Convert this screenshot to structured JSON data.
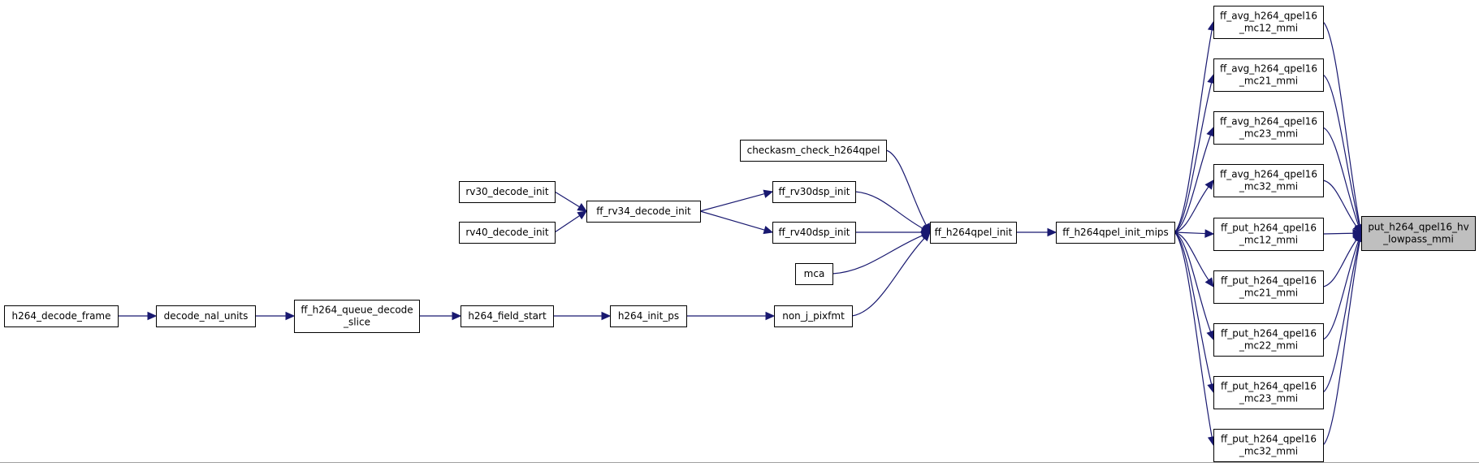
{
  "graph": {
    "focus_node": "put_h264_qpel16_hv_lowpass_mmi",
    "nodes": [
      {
        "id": "h264_decode_frame",
        "lines": [
          "h264_decode_frame"
        ]
      },
      {
        "id": "decode_nal_units",
        "lines": [
          "decode_nal_units"
        ]
      },
      {
        "id": "ff_h264_queue_decode_slice",
        "lines": [
          "ff_h264_queue_decode",
          "_slice"
        ]
      },
      {
        "id": "h264_field_start",
        "lines": [
          "h264_field_start"
        ]
      },
      {
        "id": "h264_init_ps",
        "lines": [
          "h264_init_ps"
        ]
      },
      {
        "id": "non_j_pixfmt",
        "lines": [
          "non_j_pixfmt"
        ]
      },
      {
        "id": "rv30_decode_init",
        "lines": [
          "rv30_decode_init"
        ]
      },
      {
        "id": "rv40_decode_init",
        "lines": [
          "rv40_decode_init"
        ]
      },
      {
        "id": "ff_rv34_decode_init",
        "lines": [
          "ff_rv34_decode_init"
        ]
      },
      {
        "id": "checkasm_check_h264qpel",
        "lines": [
          "checkasm_check_h264qpel"
        ]
      },
      {
        "id": "ff_rv30dsp_init",
        "lines": [
          "ff_rv30dsp_init"
        ]
      },
      {
        "id": "ff_rv40dsp_init",
        "lines": [
          "ff_rv40dsp_init"
        ]
      },
      {
        "id": "mca",
        "lines": [
          "mca"
        ]
      },
      {
        "id": "ff_h264qpel_init",
        "lines": [
          "ff_h264qpel_init"
        ]
      },
      {
        "id": "ff_h264qpel_init_mips",
        "lines": [
          "ff_h264qpel_init_mips"
        ]
      },
      {
        "id": "ff_avg_h264_qpel16_mc12_mmi",
        "lines": [
          "ff_avg_h264_qpel16",
          "_mc12_mmi"
        ]
      },
      {
        "id": "ff_avg_h264_qpel16_mc21_mmi",
        "lines": [
          "ff_avg_h264_qpel16",
          "_mc21_mmi"
        ]
      },
      {
        "id": "ff_avg_h264_qpel16_mc23_mmi",
        "lines": [
          "ff_avg_h264_qpel16",
          "_mc23_mmi"
        ]
      },
      {
        "id": "ff_avg_h264_qpel16_mc32_mmi",
        "lines": [
          "ff_avg_h264_qpel16",
          "_mc32_mmi"
        ]
      },
      {
        "id": "ff_put_h264_qpel16_mc12_mmi",
        "lines": [
          "ff_put_h264_qpel16",
          "_mc12_mmi"
        ]
      },
      {
        "id": "ff_put_h264_qpel16_mc21_mmi",
        "lines": [
          "ff_put_h264_qpel16",
          "_mc21_mmi"
        ]
      },
      {
        "id": "ff_put_h264_qpel16_mc22_mmi",
        "lines": [
          "ff_put_h264_qpel16",
          "_mc22_mmi"
        ]
      },
      {
        "id": "ff_put_h264_qpel16_mc23_mmi",
        "lines": [
          "ff_put_h264_qpel16",
          "_mc23_mmi"
        ]
      },
      {
        "id": "ff_put_h264_qpel16_mc32_mmi",
        "lines": [
          "ff_put_h264_qpel16",
          "_mc32_mmi"
        ]
      },
      {
        "id": "put_h264_qpel16_hv_lowpass_mmi",
        "lines": [
          "put_h264_qpel16_hv",
          "_lowpass_mmi"
        ]
      }
    ],
    "edges": [
      {
        "from": "h264_decode_frame",
        "to": "decode_nal_units"
      },
      {
        "from": "decode_nal_units",
        "to": "ff_h264_queue_decode_slice"
      },
      {
        "from": "ff_h264_queue_decode_slice",
        "to": "h264_field_start"
      },
      {
        "from": "h264_field_start",
        "to": "h264_init_ps"
      },
      {
        "from": "h264_init_ps",
        "to": "non_j_pixfmt"
      },
      {
        "from": "rv30_decode_init",
        "to": "ff_rv34_decode_init"
      },
      {
        "from": "rv40_decode_init",
        "to": "ff_rv34_decode_init"
      },
      {
        "from": "ff_rv34_decode_init",
        "to": "ff_rv30dsp_init"
      },
      {
        "from": "ff_rv34_decode_init",
        "to": "ff_rv40dsp_init"
      },
      {
        "from": "checkasm_check_h264qpel",
        "to": "ff_h264qpel_init"
      },
      {
        "from": "ff_rv30dsp_init",
        "to": "ff_h264qpel_init"
      },
      {
        "from": "ff_rv40dsp_init",
        "to": "ff_h264qpel_init"
      },
      {
        "from": "mca",
        "to": "ff_h264qpel_init"
      },
      {
        "from": "non_j_pixfmt",
        "to": "ff_h264qpel_init"
      },
      {
        "from": "ff_h264qpel_init",
        "to": "ff_h264qpel_init_mips"
      },
      {
        "from": "ff_h264qpel_init_mips",
        "to": "ff_avg_h264_qpel16_mc12_mmi"
      },
      {
        "from": "ff_h264qpel_init_mips",
        "to": "ff_avg_h264_qpel16_mc21_mmi"
      },
      {
        "from": "ff_h264qpel_init_mips",
        "to": "ff_avg_h264_qpel16_mc23_mmi"
      },
      {
        "from": "ff_h264qpel_init_mips",
        "to": "ff_avg_h264_qpel16_mc32_mmi"
      },
      {
        "from": "ff_h264qpel_init_mips",
        "to": "ff_put_h264_qpel16_mc12_mmi"
      },
      {
        "from": "ff_h264qpel_init_mips",
        "to": "ff_put_h264_qpel16_mc21_mmi"
      },
      {
        "from": "ff_h264qpel_init_mips",
        "to": "ff_put_h264_qpel16_mc22_mmi"
      },
      {
        "from": "ff_h264qpel_init_mips",
        "to": "ff_put_h264_qpel16_mc23_mmi"
      },
      {
        "from": "ff_h264qpel_init_mips",
        "to": "ff_put_h264_qpel16_mc32_mmi"
      },
      {
        "from": "ff_avg_h264_qpel16_mc12_mmi",
        "to": "put_h264_qpel16_hv_lowpass_mmi"
      },
      {
        "from": "ff_avg_h264_qpel16_mc21_mmi",
        "to": "put_h264_qpel16_hv_lowpass_mmi"
      },
      {
        "from": "ff_avg_h264_qpel16_mc23_mmi",
        "to": "put_h264_qpel16_hv_lowpass_mmi"
      },
      {
        "from": "ff_avg_h264_qpel16_mc32_mmi",
        "to": "put_h264_qpel16_hv_lowpass_mmi"
      },
      {
        "from": "ff_put_h264_qpel16_mc12_mmi",
        "to": "put_h264_qpel16_hv_lowpass_mmi"
      },
      {
        "from": "ff_put_h264_qpel16_mc21_mmi",
        "to": "put_h264_qpel16_hv_lowpass_mmi"
      },
      {
        "from": "ff_put_h264_qpel16_mc22_mmi",
        "to": "put_h264_qpel16_hv_lowpass_mmi"
      },
      {
        "from": "ff_put_h264_qpel16_mc23_mmi",
        "to": "put_h264_qpel16_hv_lowpass_mmi"
      },
      {
        "from": "ff_put_h264_qpel16_mc32_mmi",
        "to": "put_h264_qpel16_hv_lowpass_mmi"
      }
    ]
  },
  "colors": {
    "edge": "#191970",
    "node_border": "#000000",
    "node_fill": "#ffffff",
    "focus_fill": "#bfbfbf",
    "background": "#ffffff"
  }
}
